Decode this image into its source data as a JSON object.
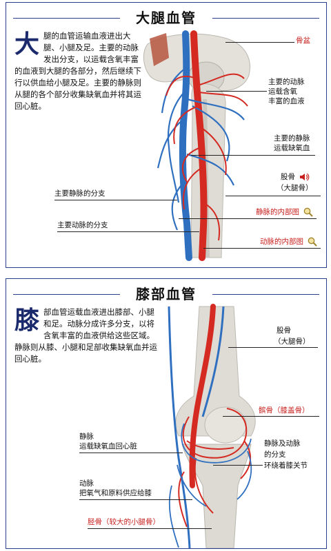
{
  "thigh": {
    "title": "大腿血管",
    "intro_initial": "大",
    "intro_text": "腿的血管运输血液进出大腿、小腿及足。主要的动脉发出分支，以运载含氧丰富的血液到大腿的各部分，然后继续下行以供血给小腿及足。主要的静脉则从腿的各个部分收集缺氧血并将其运回心脏。",
    "labels": {
      "pelvis": "骨盆",
      "main_artery_1": "主要的动脉",
      "main_artery_2": "运载含氧",
      "main_artery_3": "丰富的血液",
      "main_vein_1": "主要的静脉",
      "main_vein_2": "运载缺氧血",
      "femur_1": "股骨",
      "femur_2": "（大腿骨）",
      "vein_branch": "主要静脉的分支",
      "artery_branch": "主要动脉的分支",
      "vein_interior": "静脉的内部图",
      "artery_interior": "动脉的内部图"
    }
  },
  "knee": {
    "title": "膝部血管",
    "intro_initial": "膝",
    "intro_text": "部血管运载血液进出膝部、小腿和足。动脉分成许多分支，以将含氧丰富的血液供给这些区域。静脉则从膝、小腿和足部收集缺氧血并运回心脏。",
    "labels": {
      "femur_1": "股骨",
      "femur_2": "（大腿骨）",
      "patella": "髌骨（膝盖骨）",
      "vein_1": "静脉",
      "vein_2": "运载缺氧血回心脏",
      "branches_1": "静脉及动脉",
      "branches_2": "的分支",
      "branches_3": "环绕着膝关节",
      "artery_1": "动脉",
      "artery_2": "把氧气和原料供应给膝",
      "tibia": "胫骨（较大的小腿骨）"
    }
  },
  "colors": {
    "frame": "#2b3f8f",
    "artery": "#d42a22",
    "vein": "#2f6fc0",
    "bone": "#dcdcd6",
    "label_red": "#c8201e"
  },
  "icons": [
    "speaker-icon",
    "magnifier-icon"
  ]
}
